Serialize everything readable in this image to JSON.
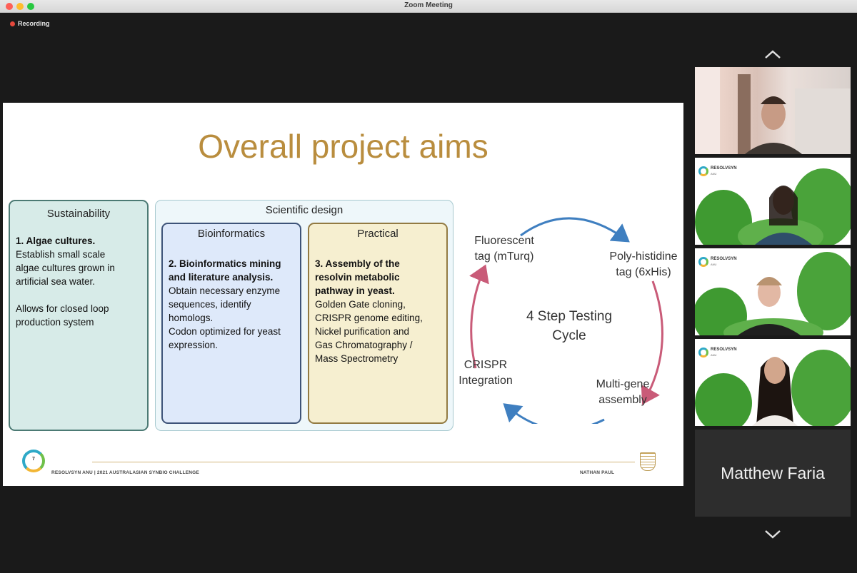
{
  "window": {
    "title": "Zoom Meeting"
  },
  "recording": {
    "label": "Recording"
  },
  "slide": {
    "title": "Overall project aims",
    "sustainability": {
      "heading": "Sustainability",
      "aim": "1. Algae cultures.",
      "lines": [
        "Establish small scale",
        "algae cultures grown in",
        "artificial sea water."
      ],
      "extra": [
        "Allows for closed loop",
        "production system"
      ]
    },
    "scientific_design": {
      "heading": "Scientific design"
    },
    "bioinformatics": {
      "heading": "Bioinformatics",
      "aim": [
        "2. Bioinformatics mining",
        "and literature analysis."
      ],
      "lines": [
        "Obtain necessary enzyme",
        "sequences, identify",
        "homologs.",
        "Codon optimized for yeast",
        "expression."
      ]
    },
    "practical": {
      "heading": "Practical",
      "aim": [
        "3. Assembly of the",
        "resolvin metabolic",
        "pathway in yeast."
      ],
      "lines": [
        "Golden Gate cloning,",
        "CRISPR genome editing,",
        "Nickel purification and",
        "Gas Chromatography /",
        "Mass Spectrometry"
      ]
    },
    "cycle": {
      "center": [
        "4 Step Testing",
        "Cycle"
      ],
      "top_left": [
        "Fluorescent",
        "tag (mTurq)"
      ],
      "top_right": [
        "Poly-histidine",
        "tag (6xHis)"
      ],
      "bottom_right": [
        "Multi-gene",
        "assembly"
      ],
      "bottom_left": [
        "CRISPR",
        "Integration"
      ],
      "colors": {
        "blue": "#3f7fc0",
        "pink": "#c95b78"
      }
    },
    "footer": {
      "left": "RESOLVSYN ANU  |  2021 AUSTRALASIAN SYNBIO CHALLENGE",
      "right": "NATHAN PAUL",
      "badge_number": "7"
    }
  },
  "participants": {
    "brand_name": "RESOLVSYN",
    "brand_sub": "ANU",
    "name_tile": "Matthew Faria"
  }
}
